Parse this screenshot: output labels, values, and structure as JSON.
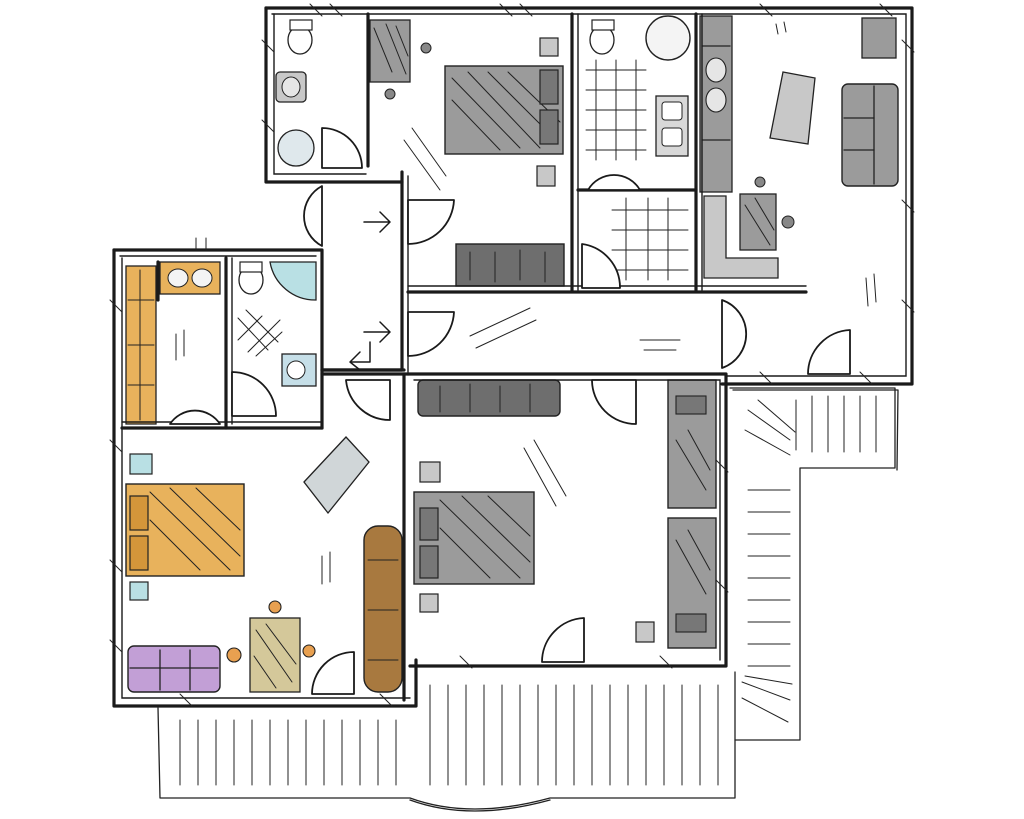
{
  "palette": {
    "grey": "#9b9b9b",
    "dark_grey": "#6e6e6e",
    "light_grey": "#c8c8c8",
    "orange": "#e8b25c",
    "brown": "#a8793f",
    "purple": "#c29fd6",
    "olive": "#d4c89a",
    "light_blue": "#b9e0e4",
    "teal_blue": "#c6dfe8",
    "ink": "#1a1a1a"
  },
  "rooms": [
    {
      "name": "top-left-bathroom"
    },
    {
      "name": "top-master-bedroom"
    },
    {
      "name": "top-shower-bathroom"
    },
    {
      "name": "top-right-living-kitchen"
    },
    {
      "name": "central-corridor"
    },
    {
      "name": "left-bathroom"
    },
    {
      "name": "left-bedroom-living"
    },
    {
      "name": "center-bedroom"
    }
  ]
}
